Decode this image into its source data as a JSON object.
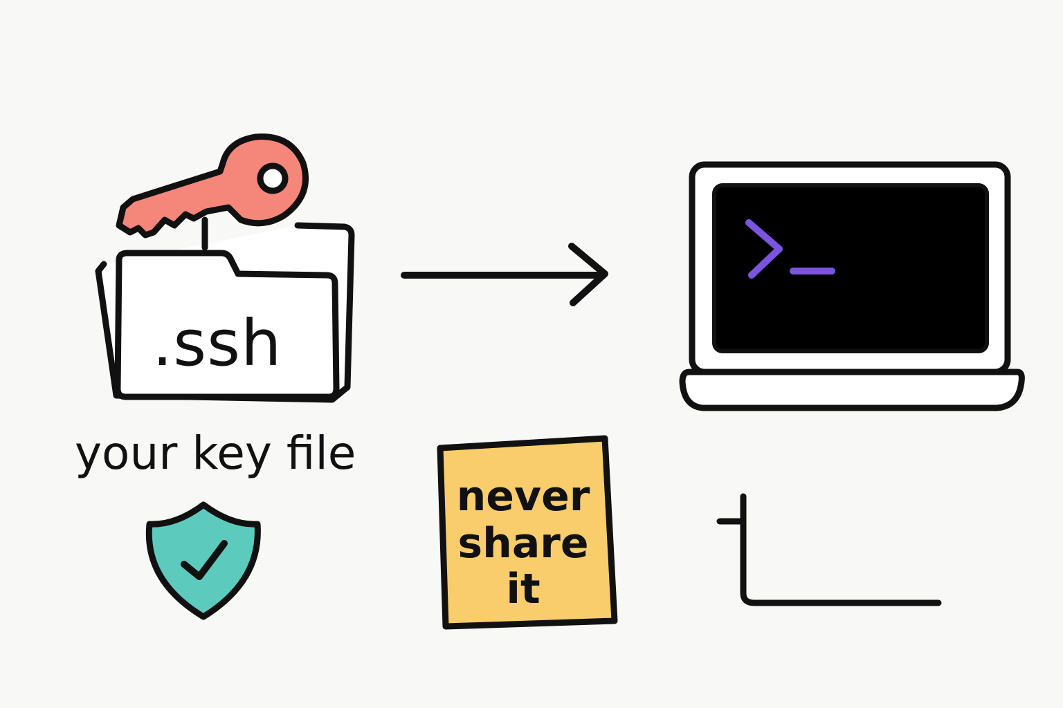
{
  "folder": {
    "label": ".ssh",
    "icon": "folder-icon"
  },
  "key": {
    "icon": "key-icon",
    "color": "#f4867a"
  },
  "caption": {
    "text": "your key file"
  },
  "shield": {
    "icon": "shield-check-icon",
    "color": "#5ccbbd"
  },
  "arrow": {
    "icon": "arrow-right-icon"
  },
  "laptop": {
    "icon": "laptop-icon",
    "screen_color": "#000000",
    "prompt_color": "#7b55e0"
  },
  "sticky_note": {
    "lines": [
      "never",
      "share",
      "it"
    ],
    "color": "#f9cd6b"
  },
  "corner_mark": {
    "icon": "corner-bracket-icon"
  }
}
